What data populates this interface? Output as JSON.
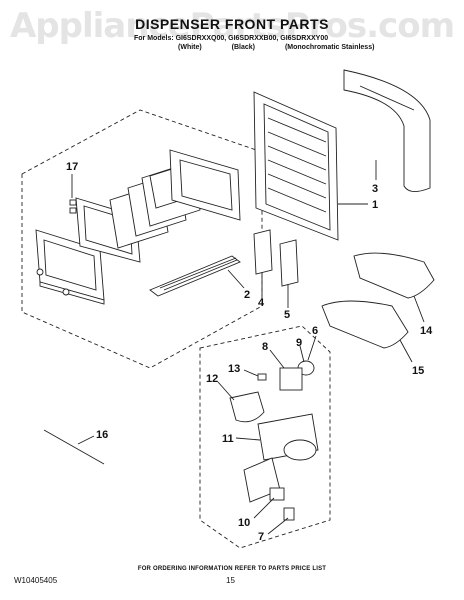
{
  "watermark": "AppliancePartsPros.com",
  "title": "DISPENSER FRONT PARTS",
  "models": {
    "line1": "For Models: GI6SDRXXQ00, GI6SDRXXB00, GI6SDRXXY00",
    "colors": [
      "(White)",
      "(Black)",
      "(Monochromatic Stainless)"
    ]
  },
  "callouts": {
    "c1": "1",
    "c2": "2",
    "c3": "3",
    "c4": "4",
    "c5": "5",
    "c6": "6",
    "c7": "7",
    "c8": "8",
    "c9": "9",
    "c10": "10",
    "c11": "11",
    "c12": "12",
    "c13": "13",
    "c14": "14",
    "c15": "15",
    "c16": "16",
    "c17": "17"
  },
  "footer": {
    "ordering_note": "FOR ORDERING INFORMATION REFER TO PARTS PRICE LIST",
    "doc_number": "W10405405",
    "page_number": "15"
  }
}
